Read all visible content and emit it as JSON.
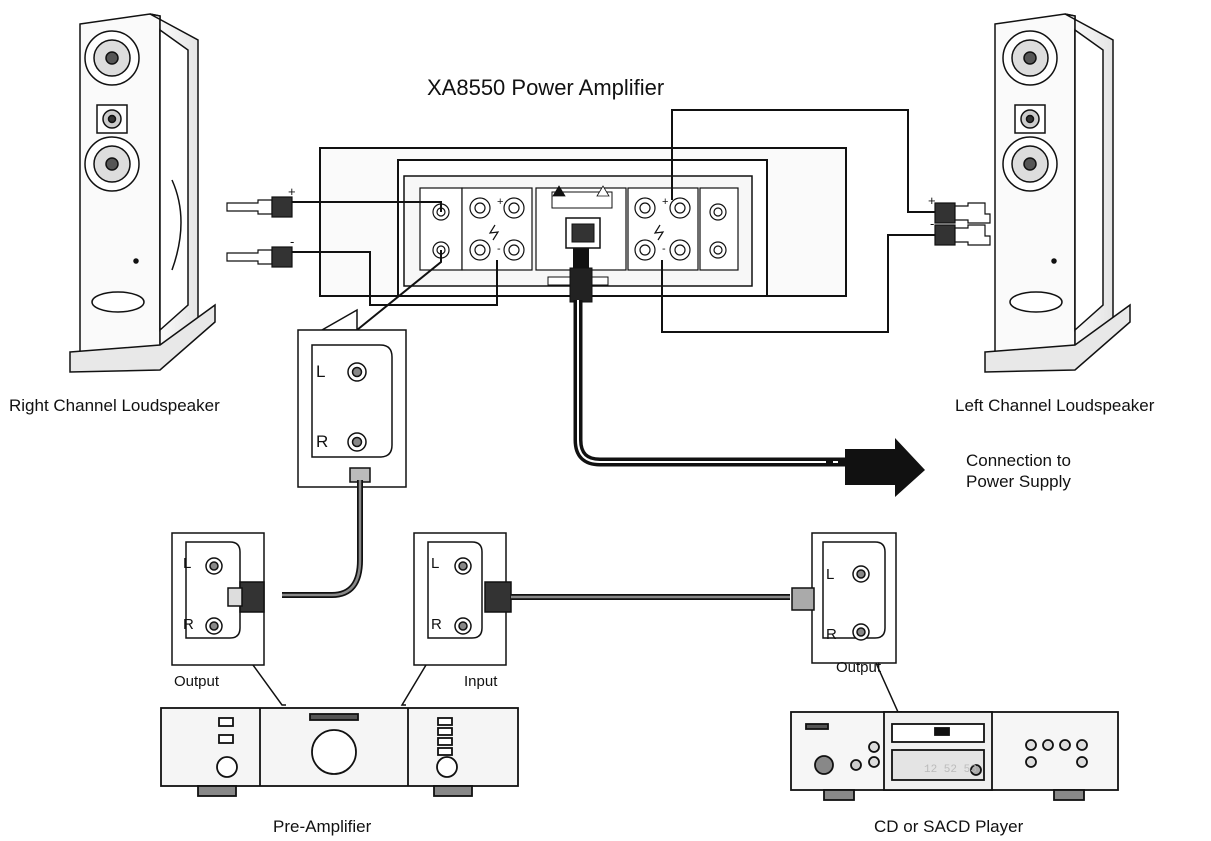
{
  "title": "XA8550 Power Amplifier",
  "labels": {
    "right_speaker": "Right Channel Loudspeaker",
    "left_speaker": "Left Channel Loudspeaker",
    "power_supply_line1": "Connection to",
    "power_supply_line2": "Power Supply",
    "pre_amplifier": "Pre-Amplifier",
    "cd_player": "CD or SACD Player",
    "pre_output": "Output",
    "pre_input": "Input",
    "cd_output": "Output",
    "jack_left": "L",
    "jack_right": "R",
    "plus": "+",
    "minus": "-",
    "amp_digits": "12 52 53"
  },
  "colors": {
    "line": "#111111",
    "panel_fill": "#f7f7f7",
    "device_fill": "#f2f2f2",
    "speaker_fill": "#f4f4f4"
  }
}
